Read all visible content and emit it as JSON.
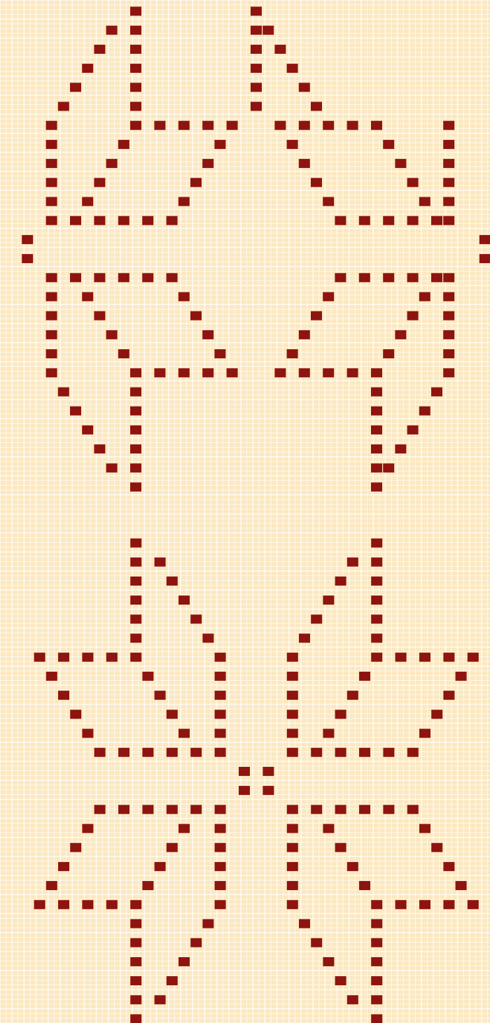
{
  "colors": {
    "paper": "#fce8c0",
    "grid_line": "#ffffff",
    "cell": "#8e1410"
  },
  "charts": [
    {
      "name": "upper-motif",
      "cells": [
        [
          10,
          0
        ],
        [
          20,
          0
        ],
        [
          8,
          1
        ],
        [
          10,
          1
        ],
        [
          20,
          1
        ],
        [
          21,
          1
        ],
        [
          7,
          2
        ],
        [
          10,
          2
        ],
        [
          20,
          2
        ],
        [
          22,
          2
        ],
        [
          6,
          3
        ],
        [
          10,
          3
        ],
        [
          20,
          3
        ],
        [
          23,
          3
        ],
        [
          5,
          4
        ],
        [
          10,
          4
        ],
        [
          20,
          4
        ],
        [
          24,
          4
        ],
        [
          4,
          5
        ],
        [
          10,
          5
        ],
        [
          20,
          5
        ],
        [
          25,
          5
        ],
        [
          3,
          6
        ],
        [
          10,
          6
        ],
        [
          12,
          6
        ],
        [
          14,
          6
        ],
        [
          16,
          6
        ],
        [
          18,
          6
        ],
        [
          22,
          6
        ],
        [
          24,
          6
        ],
        [
          26,
          6
        ],
        [
          28,
          6
        ],
        [
          30,
          6
        ],
        [
          36,
          6
        ],
        [
          3,
          7
        ],
        [
          9,
          7
        ],
        [
          17,
          7
        ],
        [
          23,
          7
        ],
        [
          31,
          7
        ],
        [
          36,
          7
        ],
        [
          3,
          8
        ],
        [
          8,
          8
        ],
        [
          16,
          8
        ],
        [
          24,
          8
        ],
        [
          32,
          8
        ],
        [
          36,
          8
        ],
        [
          3,
          9
        ],
        [
          7,
          9
        ],
        [
          15,
          9
        ],
        [
          25,
          9
        ],
        [
          33,
          9
        ],
        [
          36,
          9
        ],
        [
          3,
          10
        ],
        [
          6,
          10
        ],
        [
          14,
          10
        ],
        [
          26,
          10
        ],
        [
          34,
          10
        ],
        [
          36,
          10
        ],
        [
          3,
          11
        ],
        [
          5,
          11
        ],
        [
          7,
          11
        ],
        [
          9,
          11
        ],
        [
          11,
          11
        ],
        [
          13,
          11
        ],
        [
          27,
          11
        ],
        [
          29,
          11
        ],
        [
          31,
          11
        ],
        [
          33,
          11
        ],
        [
          35,
          11
        ],
        [
          36,
          11
        ],
        [
          1,
          12
        ],
        [
          39,
          12
        ],
        [
          1,
          13
        ],
        [
          39,
          13
        ],
        [
          3,
          14
        ],
        [
          5,
          14
        ],
        [
          7,
          14
        ],
        [
          9,
          14
        ],
        [
          11,
          14
        ],
        [
          13,
          14
        ],
        [
          27,
          14
        ],
        [
          29,
          14
        ],
        [
          31,
          14
        ],
        [
          33,
          14
        ],
        [
          35,
          14
        ],
        [
          36,
          14
        ],
        [
          3,
          15
        ],
        [
          6,
          15
        ],
        [
          14,
          15
        ],
        [
          26,
          15
        ],
        [
          34,
          15
        ],
        [
          36,
          15
        ],
        [
          3,
          16
        ],
        [
          7,
          16
        ],
        [
          15,
          16
        ],
        [
          25,
          16
        ],
        [
          33,
          16
        ],
        [
          36,
          16
        ],
        [
          3,
          17
        ],
        [
          8,
          17
        ],
        [
          16,
          17
        ],
        [
          24,
          17
        ],
        [
          32,
          17
        ],
        [
          36,
          17
        ],
        [
          3,
          18
        ],
        [
          9,
          18
        ],
        [
          17,
          18
        ],
        [
          23,
          18
        ],
        [
          31,
          18
        ],
        [
          36,
          18
        ],
        [
          3,
          19
        ],
        [
          10,
          19
        ],
        [
          12,
          19
        ],
        [
          14,
          19
        ],
        [
          16,
          19
        ],
        [
          18,
          19
        ],
        [
          22,
          19
        ],
        [
          24,
          19
        ],
        [
          26,
          19
        ],
        [
          28,
          19
        ],
        [
          30,
          19
        ],
        [
          36,
          19
        ],
        [
          4,
          20
        ],
        [
          10,
          20
        ],
        [
          30,
          20
        ],
        [
          35,
          20
        ],
        [
          5,
          21
        ],
        [
          10,
          21
        ],
        [
          30,
          21
        ],
        [
          34,
          21
        ],
        [
          6,
          22
        ],
        [
          10,
          22
        ],
        [
          30,
          22
        ],
        [
          33,
          22
        ],
        [
          7,
          23
        ],
        [
          10,
          23
        ],
        [
          30,
          23
        ],
        [
          32,
          23
        ],
        [
          8,
          24
        ],
        [
          10,
          24
        ],
        [
          30,
          24
        ],
        [
          31,
          24
        ],
        [
          10,
          25
        ],
        [
          30,
          25
        ]
      ]
    },
    {
      "name": "lower-motif",
      "cells": [
        [
          11,
          0
        ],
        [
          31,
          0
        ],
        [
          11,
          1
        ],
        [
          13,
          1
        ],
        [
          29,
          1
        ],
        [
          31,
          1
        ],
        [
          11,
          2
        ],
        [
          14,
          2
        ],
        [
          28,
          2
        ],
        [
          31,
          2
        ],
        [
          11,
          3
        ],
        [
          15,
          3
        ],
        [
          27,
          3
        ],
        [
          31,
          3
        ],
        [
          11,
          4
        ],
        [
          16,
          4
        ],
        [
          26,
          4
        ],
        [
          31,
          4
        ],
        [
          11,
          5
        ],
        [
          17,
          5
        ],
        [
          25,
          5
        ],
        [
          31,
          5
        ],
        [
          3,
          6
        ],
        [
          5,
          6
        ],
        [
          7,
          6
        ],
        [
          9,
          6
        ],
        [
          11,
          6
        ],
        [
          18,
          6
        ],
        [
          24,
          6
        ],
        [
          31,
          6
        ],
        [
          33,
          6
        ],
        [
          35,
          6
        ],
        [
          37,
          6
        ],
        [
          39,
          6
        ],
        [
          4,
          7
        ],
        [
          12,
          7
        ],
        [
          18,
          7
        ],
        [
          24,
          7
        ],
        [
          30,
          7
        ],
        [
          38,
          7
        ],
        [
          5,
          8
        ],
        [
          13,
          8
        ],
        [
          18,
          8
        ],
        [
          24,
          8
        ],
        [
          29,
          8
        ],
        [
          37,
          8
        ],
        [
          6,
          9
        ],
        [
          14,
          9
        ],
        [
          18,
          9
        ],
        [
          24,
          9
        ],
        [
          28,
          9
        ],
        [
          36,
          9
        ],
        [
          7,
          10
        ],
        [
          15,
          10
        ],
        [
          18,
          10
        ],
        [
          24,
          10
        ],
        [
          27,
          10
        ],
        [
          35,
          10
        ],
        [
          8,
          11
        ],
        [
          10,
          11
        ],
        [
          12,
          11
        ],
        [
          14,
          11
        ],
        [
          16,
          11
        ],
        [
          18,
          11
        ],
        [
          24,
          11
        ],
        [
          26,
          11
        ],
        [
          28,
          11
        ],
        [
          30,
          11
        ],
        [
          32,
          11
        ],
        [
          34,
          11
        ],
        [
          20,
          12
        ],
        [
          22,
          12
        ],
        [
          20,
          13
        ],
        [
          22,
          13
        ],
        [
          8,
          14
        ],
        [
          10,
          14
        ],
        [
          12,
          14
        ],
        [
          14,
          14
        ],
        [
          16,
          14
        ],
        [
          18,
          14
        ],
        [
          24,
          14
        ],
        [
          26,
          14
        ],
        [
          28,
          14
        ],
        [
          30,
          14
        ],
        [
          32,
          14
        ],
        [
          34,
          14
        ],
        [
          7,
          15
        ],
        [
          15,
          15
        ],
        [
          18,
          15
        ],
        [
          24,
          15
        ],
        [
          27,
          15
        ],
        [
          35,
          15
        ],
        [
          6,
          16
        ],
        [
          14,
          16
        ],
        [
          18,
          16
        ],
        [
          24,
          16
        ],
        [
          28,
          16
        ],
        [
          36,
          16
        ],
        [
          5,
          17
        ],
        [
          13,
          17
        ],
        [
          18,
          17
        ],
        [
          24,
          17
        ],
        [
          29,
          17
        ],
        [
          37,
          17
        ],
        [
          4,
          18
        ],
        [
          12,
          18
        ],
        [
          18,
          18
        ],
        [
          24,
          18
        ],
        [
          30,
          18
        ],
        [
          38,
          18
        ],
        [
          3,
          19
        ],
        [
          5,
          19
        ],
        [
          7,
          19
        ],
        [
          9,
          19
        ],
        [
          11,
          19
        ],
        [
          18,
          19
        ],
        [
          24,
          19
        ],
        [
          31,
          19
        ],
        [
          33,
          19
        ],
        [
          35,
          19
        ],
        [
          37,
          19
        ],
        [
          39,
          19
        ],
        [
          11,
          20
        ],
        [
          17,
          20
        ],
        [
          25,
          20
        ],
        [
          31,
          20
        ],
        [
          11,
          21
        ],
        [
          16,
          21
        ],
        [
          26,
          21
        ],
        [
          31,
          21
        ],
        [
          11,
          22
        ],
        [
          15,
          22
        ],
        [
          27,
          22
        ],
        [
          31,
          22
        ],
        [
          11,
          23
        ],
        [
          14,
          23
        ],
        [
          28,
          23
        ],
        [
          31,
          23
        ],
        [
          11,
          24
        ],
        [
          13,
          24
        ],
        [
          29,
          24
        ],
        [
          31,
          24
        ],
        [
          11,
          25
        ],
        [
          31,
          25
        ]
      ]
    }
  ]
}
